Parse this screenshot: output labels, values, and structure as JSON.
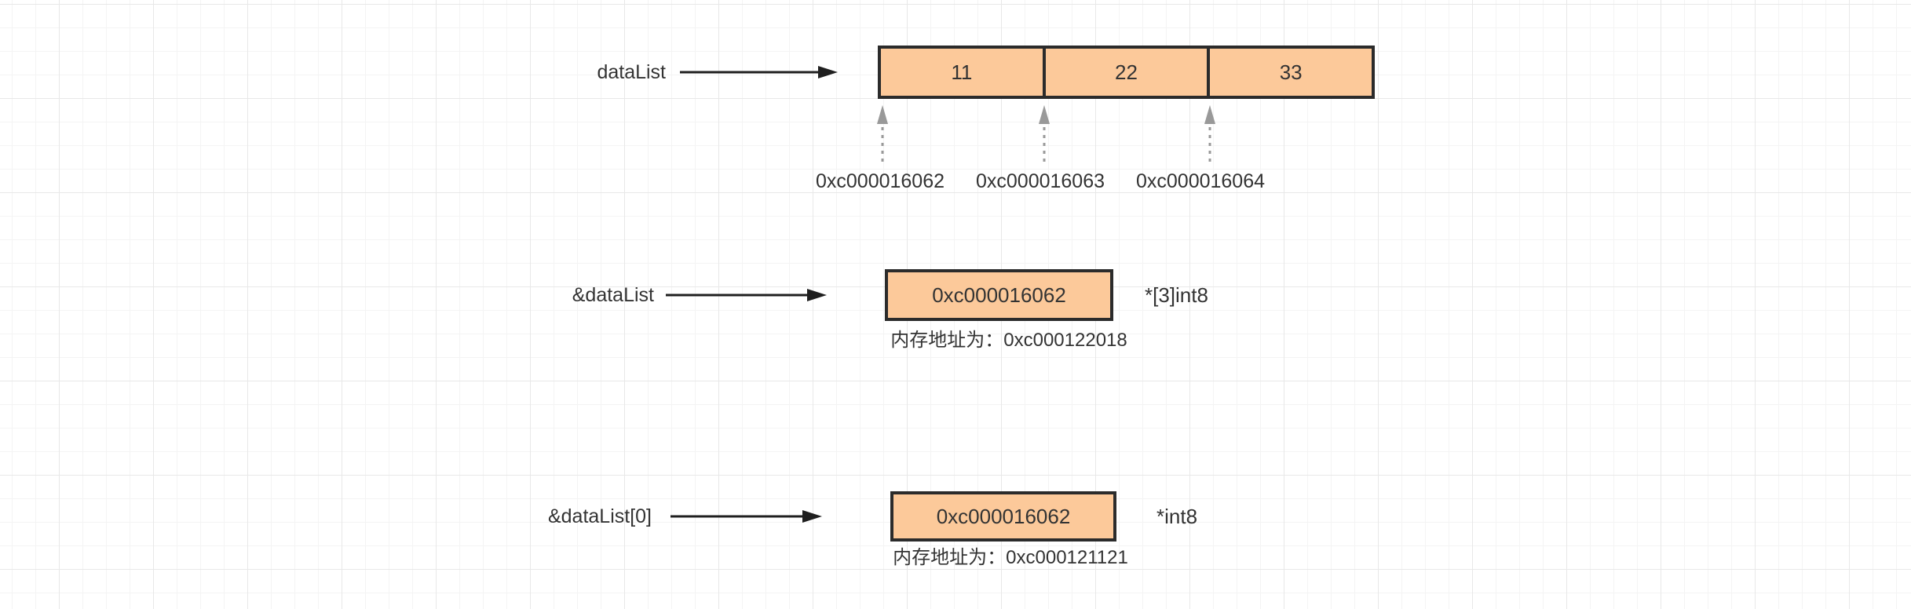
{
  "canvas": {
    "background": "#ffffff",
    "grid_minor_color": "#f4f4f4",
    "grid_major_color": "#e8e8e8",
    "shape_fill": "#fcc99a",
    "shape_border": "#2b2b2b",
    "text_color": "#333333",
    "solid_arrow_color": "#1f1f1f",
    "dotted_arrow_color": "#999999"
  },
  "rows": {
    "array_row": {
      "label": "dataList",
      "cells": [
        {
          "value": "11",
          "address": "0xc000016062"
        },
        {
          "value": "22",
          "address": "0xc000016063"
        },
        {
          "value": "33",
          "address": "0xc000016064"
        }
      ]
    },
    "pointer_row": {
      "label": "&dataList",
      "value": "0xc000016062",
      "type": "*[3]int8",
      "caption": "内存地址为：0xc000122018"
    },
    "element_pointer_row": {
      "label": "&dataList[0]",
      "value": "0xc000016062",
      "type": "*int8",
      "caption": "内存地址为：0xc000121121"
    }
  }
}
